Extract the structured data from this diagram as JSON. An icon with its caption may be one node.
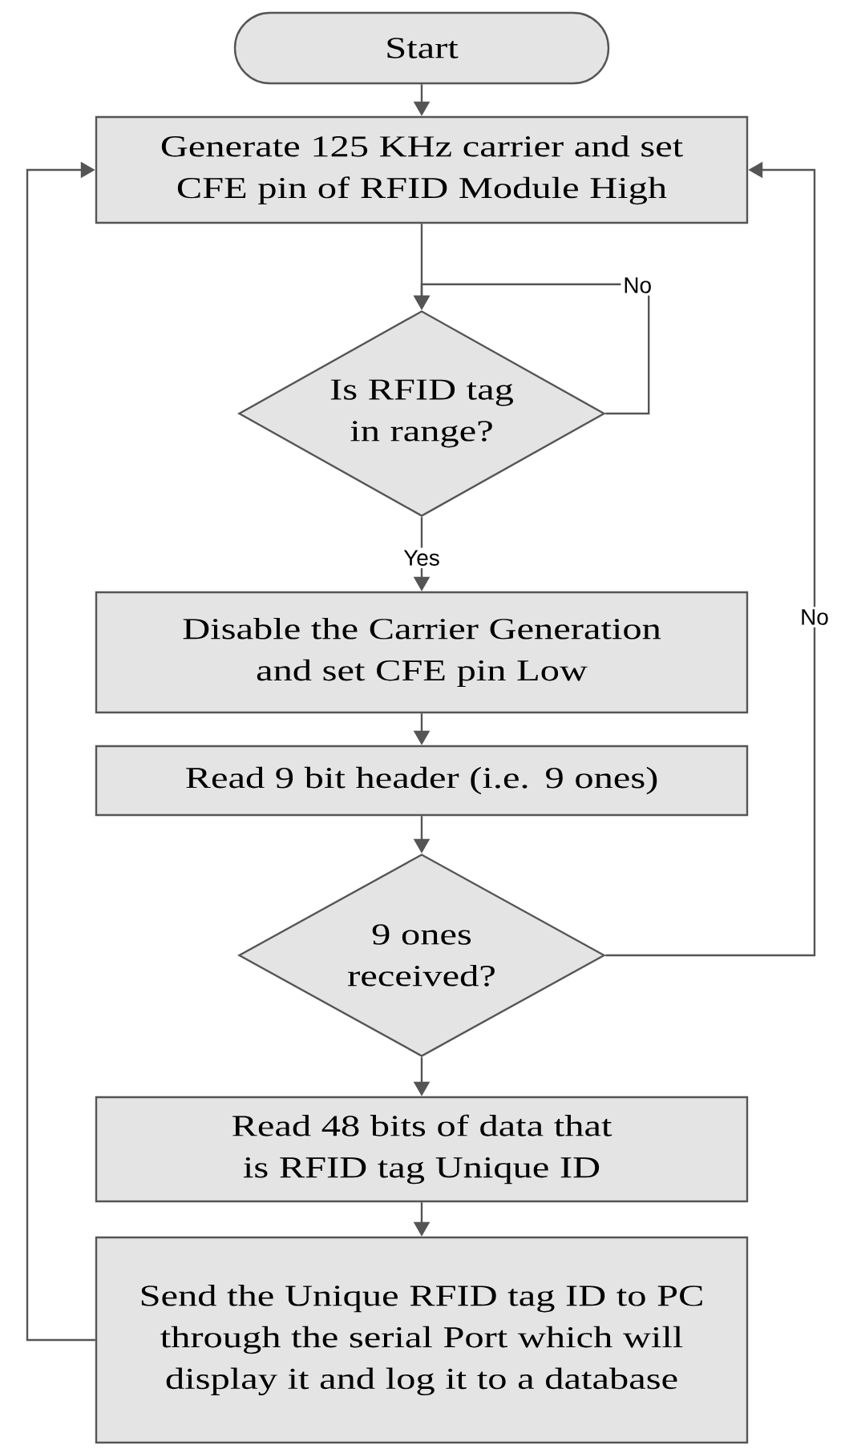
{
  "diagram": {
    "nodes": [
      {
        "text": [
          "Start"
        ]
      },
      {
        "text": [
          "Generate 125 KHz carrier and set CFE pin of RFID Module High"
        ]
      },
      {
        "text": [
          "Is RFID tag in range?"
        ]
      },
      {
        "text": [
          "Disable the Carrier Generation and set CFE pin Low"
        ]
      },
      {
        "text": [
          "Read 9 bit header (i.e. 9 ones)"
        ]
      },
      {
        "text": [
          "9 ones received?"
        ]
      },
      {
        "text": [
          "Read 48 bits of data that is RFID tag Unique ID"
        ]
      },
      {
        "text": [
          "Send the Unique RFID tag ID to PC through the serial Port which will display it and log it to a database"
        ]
      }
    ],
    "edges": [
      {
        "from": 0,
        "to": 1,
        "arrow": "to"
      },
      {
        "from": 1,
        "to": 2,
        "arrow": "to"
      },
      {
        "from": 2,
        "to": 2,
        "arrow": "to",
        "label": "No"
      },
      {
        "from": 2,
        "to": 3,
        "arrow": "to",
        "label": "Yes"
      },
      {
        "from": 3,
        "to": 4,
        "arrow": "to"
      },
      {
        "from": 4,
        "to": 5,
        "arrow": "to"
      },
      {
        "from": 5,
        "to": 1,
        "arrow": "to",
        "label": "No"
      },
      {
        "from": 5,
        "to": 6,
        "arrow": "to"
      },
      {
        "from": 6,
        "to": 7,
        "arrow": "to"
      },
      {
        "from": 7,
        "to": 1,
        "arrow": "to"
      }
    ]
  }
}
